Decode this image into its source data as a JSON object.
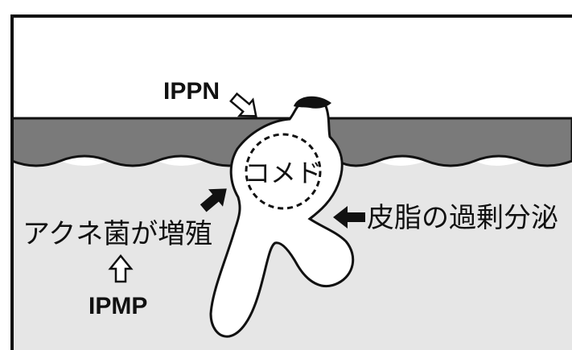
{
  "labels": {
    "ippn": "IPPN",
    "comedo": "コメド",
    "sebum": "皮脂の過剰分泌",
    "acne_bacteria": "アクネ菌が増殖",
    "ipmp": "IPMP"
  },
  "colors": {
    "skin_surface": "#7a7a7a",
    "dermis": "#e6e6e6",
    "outside": "#ffffff",
    "outline": "#111111",
    "pore": "#ffffff"
  }
}
